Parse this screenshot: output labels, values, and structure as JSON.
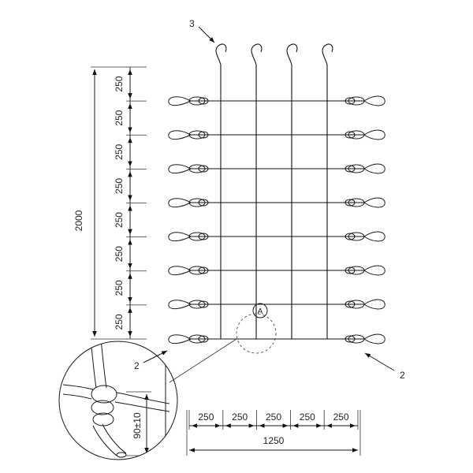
{
  "diagram": {
    "labels": {
      "part_3": "3",
      "part_2_left": "2",
      "part_2_right": "2",
      "detail_marker": "A",
      "tolerance": "90±10"
    },
    "vertical_dimension": {
      "total": "2000",
      "segments": [
        "250",
        "250",
        "250",
        "250",
        "250",
        "250",
        "250",
        "250"
      ]
    },
    "horizontal_dimension": {
      "total": "1250",
      "segments": [
        "250",
        "250",
        "250",
        "250",
        "250"
      ]
    },
    "grid": {
      "vertical_lines": 4,
      "horizontal_lines": 8
    }
  }
}
